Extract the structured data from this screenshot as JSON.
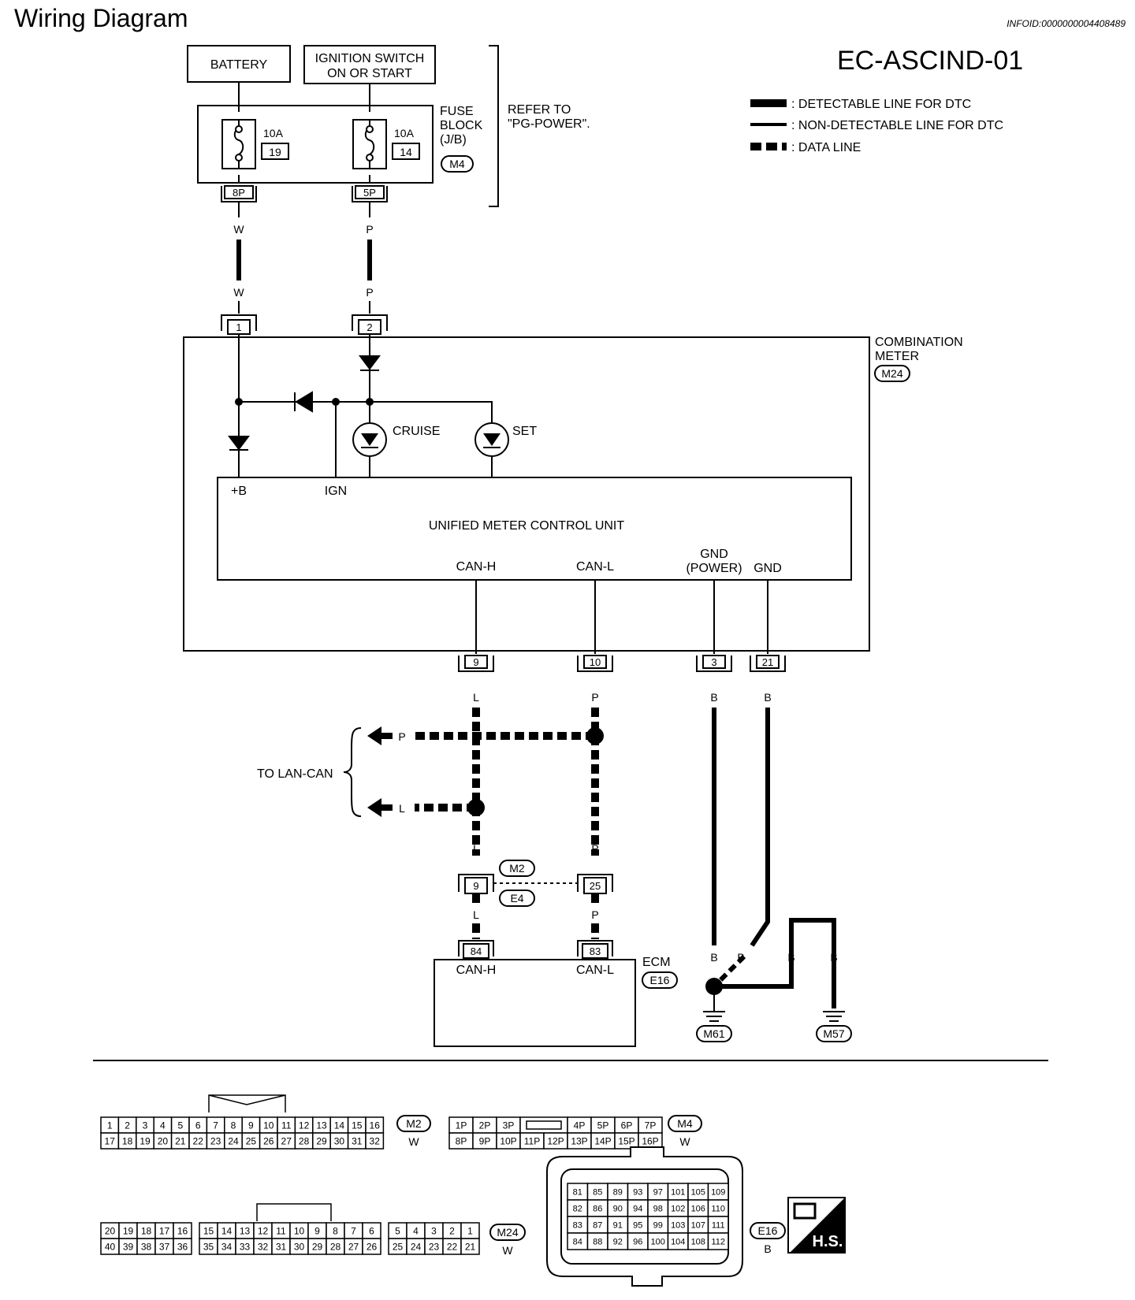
{
  "header": {
    "title": "Wiring Diagram",
    "info_id": "INFOID:0000000004408489",
    "diagram_code": "EC-ASCIND-01"
  },
  "legend": [
    {
      "style": "thick",
      "label": ": DETECTABLE LINE FOR DTC"
    },
    {
      "style": "thin",
      "label": ": NON-DETECTABLE LINE FOR DTC"
    },
    {
      "style": "data",
      "label": ": DATA LINE"
    }
  ],
  "power": {
    "battery": "BATTERY",
    "ignition_line1": "IGNITION SWITCH",
    "ignition_line2": "ON OR START",
    "fuse_block_line1": "FUSE",
    "fuse_block_line2": "BLOCK",
    "fuse_block_line3": "(J/B)",
    "fuse_block_connector": "M4",
    "fuse1_rating": "10A",
    "fuse1_number": "19",
    "fuse2_rating": "10A",
    "fuse2_number": "14",
    "refer_line1": "REFER TO",
    "refer_line2": "\"PG-POWER\".",
    "pin_8p": "8P",
    "pin_5p": "5P",
    "wire_w": "W",
    "wire_p": "P"
  },
  "meter": {
    "name_line1": "COMBINATION",
    "name_line2": "METER",
    "connector": "M24",
    "pin_1": "1",
    "pin_2": "2",
    "cruise": "CRUISE",
    "set": "SET",
    "plus_b": "+B",
    "ign": "IGN",
    "unit": "UNIFIED METER CONTROL UNIT",
    "can_h": "CAN-H",
    "can_l": "CAN-L",
    "gnd_power_line1": "GND",
    "gnd_power_line2": "(POWER)",
    "gnd": "GND",
    "pin_9": "9",
    "pin_10": "10",
    "pin_3": "3",
    "pin_21": "21"
  },
  "lan": {
    "label": "TO LAN-CAN",
    "wire_l": "L",
    "wire_p": "P",
    "wire_b": "B",
    "m2": "M2",
    "e4": "E4",
    "pin_9": "9",
    "pin_25": "25"
  },
  "ecm": {
    "name": "ECM",
    "connector": "E16",
    "pin_84": "84",
    "pin_83": "83",
    "can_h": "CAN-H",
    "can_l": "CAN-L"
  },
  "grounds": {
    "m61": "M61",
    "m57": "M57"
  },
  "connectors": {
    "m2": {
      "id": "M2",
      "color": "W",
      "top": [
        "1",
        "2",
        "3",
        "4",
        "5",
        "6",
        "7",
        "8",
        "9",
        "10",
        "11",
        "12",
        "13",
        "14",
        "15",
        "16"
      ],
      "bottom": [
        "17",
        "18",
        "19",
        "20",
        "21",
        "22",
        "23",
        "24",
        "25",
        "26",
        "27",
        "28",
        "29",
        "30",
        "31",
        "32"
      ]
    },
    "m4": {
      "id": "M4",
      "color": "W",
      "top_left": [
        "1P",
        "2P",
        "3P"
      ],
      "top_right": [
        "4P",
        "5P",
        "6P",
        "7P"
      ],
      "bottom": [
        "8P",
        "9P",
        "10P",
        "11P",
        "12P",
        "13P",
        "14P",
        "15P",
        "16P"
      ]
    },
    "m24": {
      "id": "M24",
      "color": "W",
      "top": [
        "20",
        "19",
        "18",
        "17",
        "16",
        "",
        "15",
        "14",
        "13",
        "12",
        "11",
        "10",
        "9",
        "8",
        "7",
        "6",
        "",
        "5",
        "4",
        "3",
        "2",
        "1"
      ],
      "bottom": [
        "40",
        "39",
        "38",
        "37",
        "36",
        "",
        "35",
        "34",
        "33",
        "32",
        "31",
        "30",
        "29",
        "28",
        "27",
        "26",
        "",
        "25",
        "24",
        "23",
        "22",
        "21"
      ]
    },
    "e16": {
      "id": "E16",
      "color": "B",
      "rows": [
        [
          "81",
          "85",
          "89",
          "93",
          "97",
          "101",
          "105",
          "109"
        ],
        [
          "82",
          "86",
          "90",
          "94",
          "98",
          "102",
          "106",
          "110"
        ],
        [
          "83",
          "87",
          "91",
          "95",
          "99",
          "103",
          "107",
          "111"
        ],
        [
          "84",
          "88",
          "92",
          "96",
          "100",
          "104",
          "108",
          "112"
        ]
      ]
    },
    "hs_label": "H.S."
  }
}
